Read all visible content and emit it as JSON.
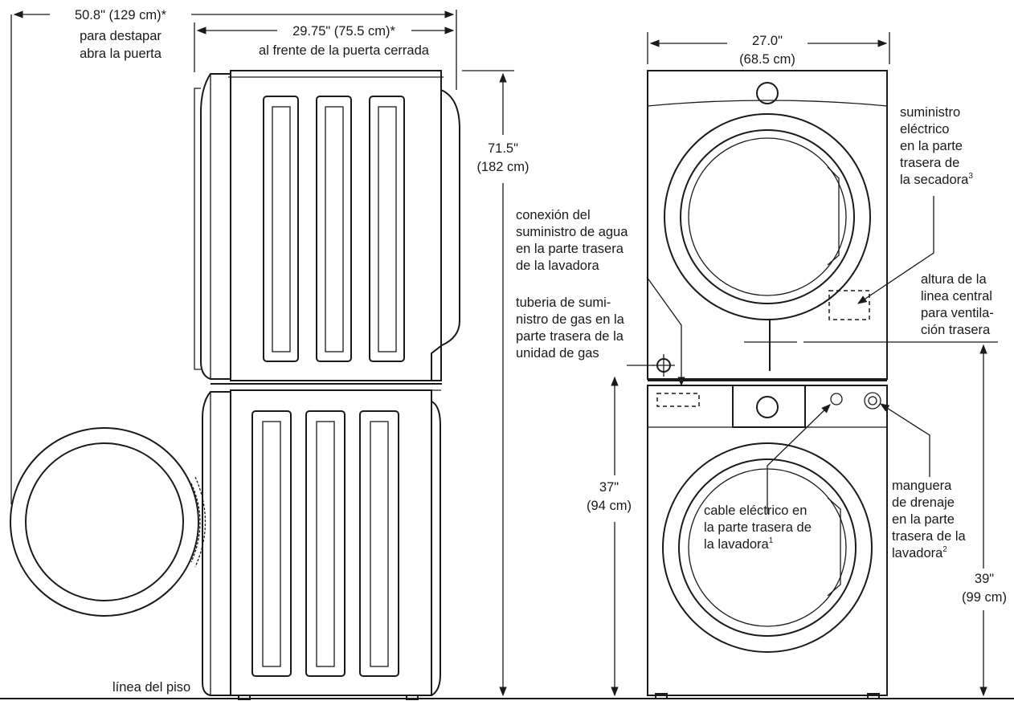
{
  "dimensions": {
    "open_door_width": "50.8\" (129 cm)*",
    "open_door_caption": [
      "para destapar",
      "abra la puerta"
    ],
    "closed_door_depth": "29.75\" (75.5 cm)*",
    "closed_door_caption": "al frente de la puerta cerrada",
    "total_height": [
      "71.5\"",
      "(182 cm)"
    ],
    "unit_width": [
      "27.0\"",
      "(68.5 cm)"
    ],
    "washer_height": [
      "37\"",
      "(94 cm)"
    ],
    "vent_height": [
      "39\"",
      "(99 cm)"
    ]
  },
  "labels": {
    "water_supply": [
      "conexión del",
      "suministro de agua",
      "en la parte trasera",
      "de la lavadora"
    ],
    "gas_supply": [
      "tuberia de sumi-",
      "nistro de gas en la",
      "parte trasera de la",
      "unidad de gas"
    ],
    "dryer_power": [
      "suministro",
      "eléctrico",
      "en la parte",
      "trasera de",
      "la secadora"
    ],
    "dryer_power_note": "3",
    "vent_height_label": [
      "altura de la",
      "linea central",
      "para ventila-",
      "ción trasera"
    ],
    "washer_power": [
      "cable eléctrico en",
      "la parte trasera de",
      "la lavadora"
    ],
    "washer_power_note": "1",
    "drain_hose": [
      "manguera",
      "de drenaje",
      "en la parte",
      "trasera de la",
      "lavadora"
    ],
    "drain_hose_note": "2",
    "floor_line": "línea del piso"
  }
}
